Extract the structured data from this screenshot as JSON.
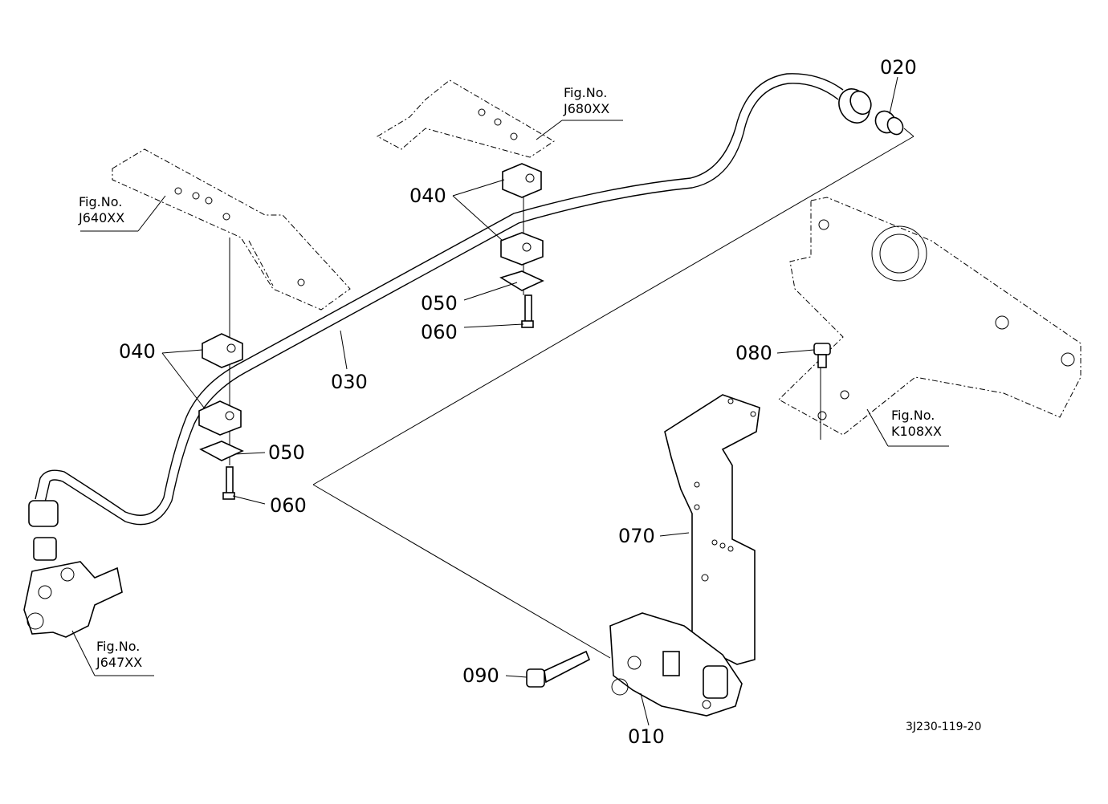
{
  "labels": {
    "p010": "010",
    "p020": "020",
    "p030": "030",
    "p040a": "040",
    "p040b": "040",
    "p050a": "050",
    "p050b": "050",
    "p060a": "060",
    "p060b": "060",
    "p070": "070",
    "p080": "080",
    "p090": "090"
  },
  "fig_refs": {
    "j640": {
      "prefix": "Fig.No.",
      "code": "J640XX"
    },
    "j680": {
      "prefix": "Fig.No.",
      "code": "J680XX"
    },
    "j647": {
      "prefix": "Fig.No.",
      "code": "J647XX"
    },
    "k108": {
      "prefix": "Fig.No.",
      "code": "K108XX"
    }
  },
  "drawing_code": "3J230-119-20"
}
